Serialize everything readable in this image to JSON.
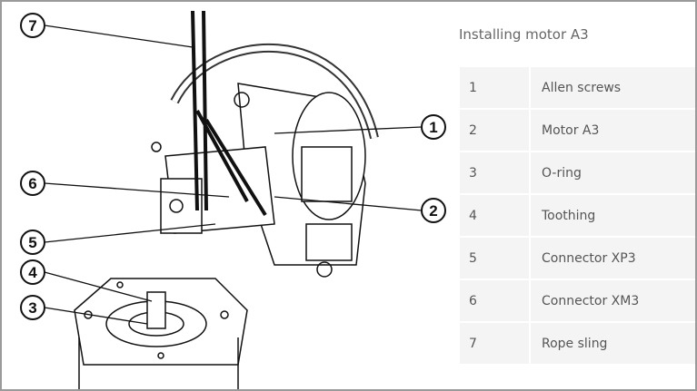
{
  "title": "Installing motor A3",
  "callouts": [
    "1",
    "2",
    "3",
    "4",
    "5",
    "6",
    "7"
  ],
  "parts": [
    {
      "num": "1",
      "label": "Allen screws"
    },
    {
      "num": "2",
      "label": "Motor A3"
    },
    {
      "num": "3",
      "label": "O-ring"
    },
    {
      "num": "4",
      "label": "Toothing"
    },
    {
      "num": "5",
      "label": "Connector XP3"
    },
    {
      "num": "6",
      "label": "Connector XM3"
    },
    {
      "num": "7",
      "label": "Rope sling"
    }
  ]
}
